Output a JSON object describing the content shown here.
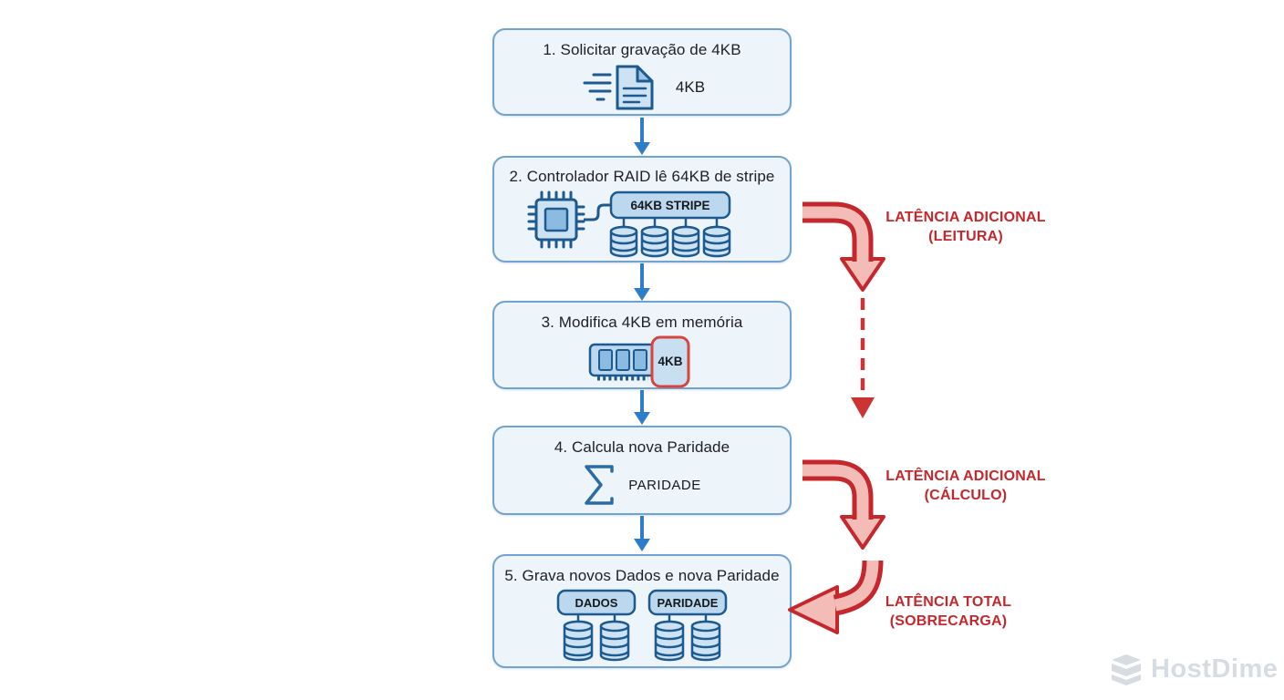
{
  "palette": {
    "box_fill": "#edf4fa",
    "box_border": "#6ea3d2",
    "icon_stroke": "#1d5a8f",
    "icon_fill_light": "#cde2f3",
    "icon_fill_mid": "#8cbbe2",
    "label_fill": "#bcd8ee",
    "arrow_blue": "#2e7ccc",
    "annotation_red": "#c4272c",
    "arrow_inner_pink": "#f4bcb7",
    "highlight_red_border": "#d8453f",
    "watermark_gray": "#d7dbe2"
  },
  "steps": [
    {
      "title": "1. Solicitar gravação de 4KB",
      "icon": "document-icon",
      "label": "4KB"
    },
    {
      "title": "2. Controlador RAID lê 64KB de stripe",
      "icon": "raid-controller-icon",
      "label": "64KB STRIPE"
    },
    {
      "title": "3. Modifica 4KB em memória",
      "icon": "memory-module-icon",
      "label": "4KB"
    },
    {
      "title": "4. Calcula nova Paridade",
      "icon": "sigma-icon",
      "label": "PARIDADE"
    },
    {
      "title": "5. Grava novos Dados e nova Paridade",
      "icon": "disk-groups-icon",
      "label_dados": "DADOS",
      "label_paridade": "PARIDADE"
    }
  ],
  "annotations": [
    {
      "line1": "LATÊNCIA ADICIONAL",
      "line2": "(LEITURA)"
    },
    {
      "line1": "LATÊNCIA ADICIONAL",
      "line2": "(CÁLCULO)"
    },
    {
      "line1": "LATÊNCIA TOTAL",
      "line2": "(SOBRECARGA)"
    }
  ],
  "watermark": {
    "brand": "HostDime"
  }
}
